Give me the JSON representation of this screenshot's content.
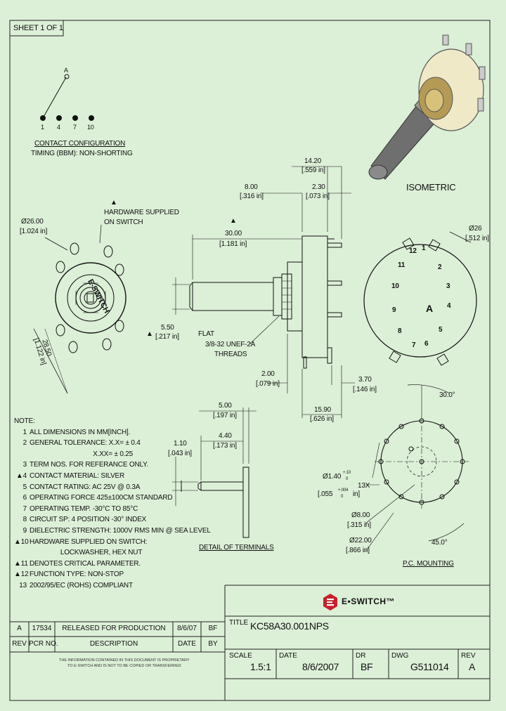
{
  "sheet_label": "SHEET 1 OF 1",
  "contact_config": {
    "common_pin": "A",
    "pins": [
      "1",
      "4",
      "7",
      "10"
    ],
    "title": "CONTACT CONFIGURATION",
    "subtitle": "TIMING (BBM): NON-SHORTING"
  },
  "isometric_label": "ISOMETRIC",
  "front_view": {
    "dia_mm": "Ø26.00",
    "dia_in": "[1.024 in]",
    "hardware_mark": "▲",
    "hardware_note_1": "HARDWARE SUPPLIED",
    "hardware_note_2": "ON SWITCH",
    "width_mm": "28.50",
    "width_in": "[1.122 in]",
    "brand_text": "E-SWITCH"
  },
  "side_view": {
    "top_total_mm": "14.20",
    "top_total_in": "[.559 in]",
    "top_left_mm": "8.00",
    "top_left_in": "[.316 in]",
    "top_right_mm": "2.30",
    "top_right_in": "[.073 in]",
    "shaft_mark": "▲",
    "shaft_len_mm": "30.00",
    "shaft_len_in": "[1.181 in]",
    "flat_mark": "▲",
    "flat_mm": "5.50",
    "flat_in": "[.217 in]",
    "flat_word": "FLAT",
    "thread_1": "3/8-32 UNEF-2A",
    "thread_2": "THREADS",
    "left_bottom_mm": "2.00",
    "left_bottom_in": "[.079 in]",
    "right_bottom_mm": "3.70",
    "right_bottom_in": "[.146 in]",
    "bottom_total_mm": "15.90",
    "bottom_total_in": "[.626 in]"
  },
  "rear_view": {
    "dia_mm": "Ø26",
    "dia_in": "[.512 in]",
    "terminal_labels": [
      "1",
      "2",
      "3",
      "4",
      "5",
      "6",
      "7",
      "8",
      "9",
      "10",
      "11",
      "12",
      "A"
    ]
  },
  "terminal_detail": {
    "width_mm": "5.00",
    "width_in": "[.197 in]",
    "inner_mm": "4.40",
    "inner_in": "[.173 in]",
    "thick_mm": "1.10",
    "thick_in": "[.043 in]",
    "title": "DETAIL OF TERMINALS"
  },
  "pc_mounting": {
    "angle_top": "30.0°",
    "hole_mm": "Ø1.40",
    "tol_plus": "+.10",
    "tol_minus": "0",
    "hole_in": "[.055",
    "tol_in_plus": "+.004",
    "tol_in_minus": "0",
    "hole_close": "in]",
    "hole_count": "13X",
    "inner_mm": "Ø8.00",
    "inner_in": "[.315 in]",
    "outer_mm": "Ø22.00",
    "outer_in": "[.866 in]",
    "angle_bottom": "45.0°",
    "title": "P.C. MOUNTING"
  },
  "notes": {
    "title": "NOTE:",
    "items": [
      {
        "num": "1",
        "mark": "",
        "text": "ALL DIMENSIONS IN MM[INCH]."
      },
      {
        "num": "2",
        "mark": "",
        "text": "GENERAL TOLERANCE: X.X= ± 0.4"
      },
      {
        "num": "",
        "mark": "",
        "text": "                                   X.XX= ± 0.25"
      },
      {
        "num": "3",
        "mark": "",
        "text": "TERM NOS. FOR REFERANCE ONLY."
      },
      {
        "num": "4",
        "mark": "▲",
        "text": "CONTACT MATERIAL: SILVER"
      },
      {
        "num": "5",
        "mark": "",
        "text": "CONTACT RATING: AC 25V @ 0.3A"
      },
      {
        "num": "6",
        "mark": "",
        "text": "OPERATING FORCE 425±100CM STANDARD"
      },
      {
        "num": "7",
        "mark": "",
        "text": "OPERATING TEMP. -30°C TO 85°C"
      },
      {
        "num": "8",
        "mark": "",
        "text": "CIRCUIT SP: 4 POSITION -30° INDEX"
      },
      {
        "num": "9",
        "mark": "",
        "text": "DIELECTRIC STRENGTH: 1000V RMS MIN @ SEA LEVEL"
      },
      {
        "num": "10",
        "mark": "▲",
        "text": "HARDWARE SUPPLIED ON SWITCH:"
      },
      {
        "num": "",
        "mark": "",
        "text": "                 LOCKWASHER, HEX NUT"
      },
      {
        "num": "11",
        "mark": "▲",
        "text": "DENOTES CRITICAL PARAMETER."
      },
      {
        "num": "12",
        "mark": "▲",
        "text": "FUNCTION TYPE: NON-STOP"
      },
      {
        "num": "13",
        "mark": "",
        "text": "2002/95/EC (ROHS) COMPLIANT"
      }
    ]
  },
  "logo": {
    "text": "E•SWITCH™"
  },
  "revision_table": {
    "rows": [
      {
        "rev": "A",
        "pcr": "17534",
        "desc": "RELEASED FOR PRODUCTION",
        "date": "8/6/07",
        "by": "BF"
      }
    ],
    "headers": {
      "rev": "REV",
      "pcr": "PCR NO.",
      "desc": "DESCRIPTION",
      "date": "DATE",
      "by": "BY"
    }
  },
  "title_block": {
    "title_label": "TITLE",
    "title_value": "KC58A30.001NPS",
    "scale_label": "SCALE",
    "scale_value": "1.5:1",
    "date_label": "DATE",
    "date_value": "8/6/2007",
    "dr_label": "DR",
    "dr_value": "BF",
    "dwg_label": "DWG",
    "dwg_value": "G511014",
    "rev_label": "REV",
    "rev_value": "A",
    "disclaimer_1": "THE INFORMATION CONTAINED IN THIS DOCUMENT IS PROPRIETARY",
    "disclaimer_2": "TO E-SWITCH AND IS NOT TO BE COPIED OR TRANSFERRED"
  }
}
